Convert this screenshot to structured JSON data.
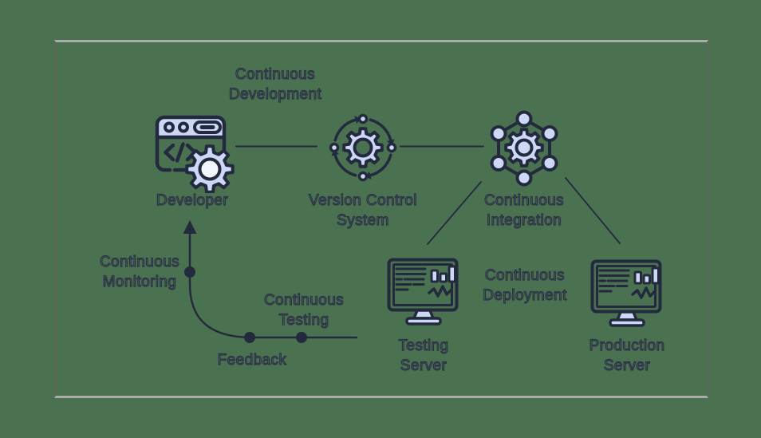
{
  "diagram": {
    "type": "ci-cd-pipeline-diagram",
    "colors": {
      "bg": "#4a7150",
      "ink": "#242a3e",
      "ink_soft": "#2c3148",
      "lav": "#ccd8f6",
      "paper": "#f3f6fe",
      "frame_light": "#a9ada9",
      "frame_dark": "#5c645c"
    },
    "labels": {
      "continuous_development": {
        "line1": "Continuous",
        "line2": "Development"
      },
      "developer": {
        "line1": "Developer"
      },
      "version_control": {
        "line1": "Version Control",
        "line2": "System"
      },
      "continuous_integration": {
        "line1": "Continuous",
        "line2": "Integration"
      },
      "continuous_monitoring": {
        "line1": "Continuous",
        "line2": "Monitoring"
      },
      "continuous_testing": {
        "line1": "Continuous",
        "line2": "Testing"
      },
      "feedback": {
        "line1": "Feedback"
      },
      "testing_server": {
        "line1": "Testing",
        "line2": "Server"
      },
      "continuous_deployment": {
        "line1": "Continuous",
        "line2": "Deployment"
      },
      "production_server": {
        "line1": "Production",
        "line2": "Server"
      }
    },
    "icons": [
      "developer-icon",
      "version-control-icon",
      "continuous-integration-icon",
      "testing-server-icon",
      "production-server-icon"
    ],
    "edges": [
      {
        "from": "developer",
        "to": "version-control-system"
      },
      {
        "from": "version-control-system",
        "to": "continuous-integration"
      },
      {
        "from": "continuous-integration",
        "to": "testing-server"
      },
      {
        "from": "continuous-integration",
        "to": "production-server"
      },
      {
        "from": "testing-server",
        "to": "developer",
        "via": "feedback-loop"
      }
    ]
  }
}
